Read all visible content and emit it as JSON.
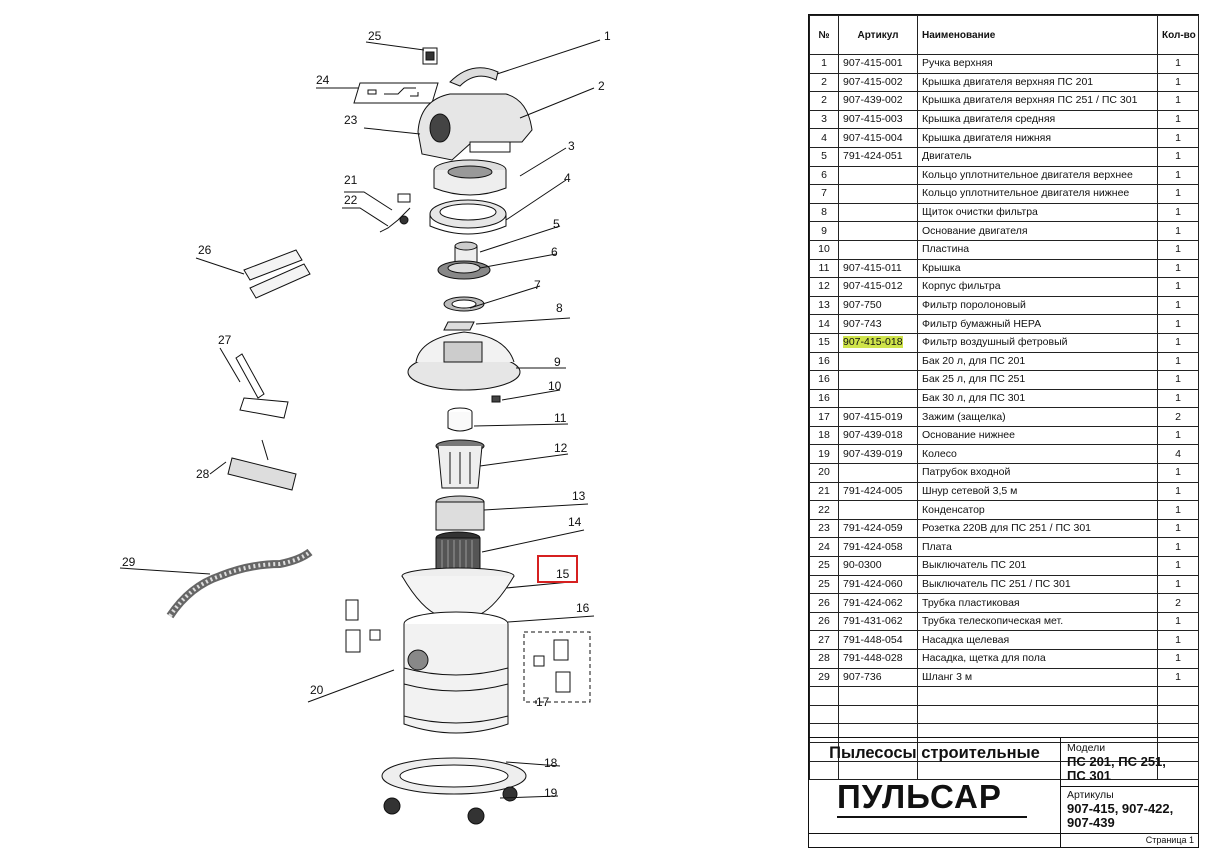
{
  "callouts": [
    "1",
    "2",
    "3",
    "4",
    "5",
    "6",
    "7",
    "8",
    "9",
    "10",
    "11",
    "12",
    "13",
    "14",
    "15",
    "16",
    "17",
    "18",
    "19",
    "20",
    "21",
    "22",
    "23",
    "24",
    "25",
    "26",
    "27",
    "28",
    "29"
  ],
  "table": {
    "headers": {
      "no": "№",
      "article": "Артикул",
      "name": "Наименование",
      "qty": "Кол-во"
    },
    "rows": [
      {
        "no": "1",
        "article": "907-415-001",
        "name": "Ручка верхняя",
        "qty": "1"
      },
      {
        "no": "2",
        "article": "907-415-002",
        "name": "Крышка двигателя верхняя ПС 201",
        "qty": "1"
      },
      {
        "no": "2",
        "article": "907-439-002",
        "name": "Крышка двигателя верхняя ПС 251 / ПС 301",
        "qty": "1"
      },
      {
        "no": "3",
        "article": "907-415-003",
        "name": "Крышка двигателя средняя",
        "qty": "1"
      },
      {
        "no": "4",
        "article": "907-415-004",
        "name": "Крышка двигателя нижняя",
        "qty": "1"
      },
      {
        "no": "5",
        "article": "791-424-051",
        "name": "Двигатель",
        "qty": "1"
      },
      {
        "no": "6",
        "article": "",
        "name": "Кольцо уплотнительное двигателя верхнее",
        "qty": "1"
      },
      {
        "no": "7",
        "article": "",
        "name": "Кольцо уплотнительное двигателя нижнее",
        "qty": "1"
      },
      {
        "no": "8",
        "article": "",
        "name": "Щиток очистки фильтра",
        "qty": "1"
      },
      {
        "no": "9",
        "article": "",
        "name": "Основание двигателя",
        "qty": "1"
      },
      {
        "no": "10",
        "article": "",
        "name": "Пластина",
        "qty": "1"
      },
      {
        "no": "11",
        "article": "907-415-011",
        "name": "Крышка",
        "qty": "1"
      },
      {
        "no": "12",
        "article": "907-415-012",
        "name": "Корпус фильтра",
        "qty": "1"
      },
      {
        "no": "13",
        "article": "907-750",
        "name": "Фильтр поролоновый",
        "qty": "1"
      },
      {
        "no": "14",
        "article": "907-743",
        "name": "Фильтр бумажный HEPA",
        "qty": "1"
      },
      {
        "no": "15",
        "article": "907-415-018",
        "name": "Фильтр воздушный фетровый",
        "qty": "1",
        "highlight": true
      },
      {
        "no": "16",
        "article": "",
        "name": "Бак 20 л, для ПС 201",
        "qty": "1"
      },
      {
        "no": "16",
        "article": "",
        "name": "Бак 25 л, для ПС 251",
        "qty": "1"
      },
      {
        "no": "16",
        "article": "",
        "name": "Бак 30 л, для ПС 301",
        "qty": "1"
      },
      {
        "no": "17",
        "article": "907-415-019",
        "name": "Зажим (защелка)",
        "qty": "2"
      },
      {
        "no": "18",
        "article": "907-439-018",
        "name": "Основание нижнее",
        "qty": "1"
      },
      {
        "no": "19",
        "article": "907-439-019",
        "name": "Колесо",
        "qty": "4"
      },
      {
        "no": "20",
        "article": "",
        "name": "Патрубок входной",
        "qty": "1"
      },
      {
        "no": "21",
        "article": "791-424-005",
        "name": "Шнур сетевой 3,5 м",
        "qty": "1"
      },
      {
        "no": "22",
        "article": "",
        "name": "Конденсатор",
        "qty": "1"
      },
      {
        "no": "23",
        "article": "791-424-059",
        "name": "Розетка 220В для ПС 251 / ПС 301",
        "qty": "1"
      },
      {
        "no": "24",
        "article": "791-424-058",
        "name": "Плата",
        "qty": "1"
      },
      {
        "no": "25",
        "article": "90-0300",
        "name": "Выключатель ПС 201",
        "qty": "1"
      },
      {
        "no": "25",
        "article": "791-424-060",
        "name": "Выключатель ПС 251 / ПС 301",
        "qty": "1"
      },
      {
        "no": "26",
        "article": "791-424-062",
        "name": "Трубка пластиковая",
        "qty": "2"
      },
      {
        "no": "26",
        "article": "791-431-062",
        "name": "Трубка телескопическая мет.",
        "qty": "1"
      },
      {
        "no": "27",
        "article": "791-448-054",
        "name": "Насадка щелевая",
        "qty": "1"
      },
      {
        "no": "28",
        "article": "791-448-028",
        "name": "Насадка, щетка для пола",
        "qty": "1"
      },
      {
        "no": "29",
        "article": "907-736",
        "name": "Шланг 3 м",
        "qty": "1"
      },
      {
        "no": "",
        "article": "",
        "name": "",
        "qty": ""
      },
      {
        "no": "",
        "article": "",
        "name": "",
        "qty": ""
      },
      {
        "no": "",
        "article": "",
        "name": "",
        "qty": ""
      },
      {
        "no": "",
        "article": "",
        "name": "",
        "qty": ""
      },
      {
        "no": "",
        "article": "",
        "name": "",
        "qty": ""
      }
    ]
  },
  "title_block": {
    "title": "Пылесосы строительные",
    "brand": "ПУЛЬСАР",
    "models_label": "Модели",
    "models": "ПС 201, ПС 251, ПС 301",
    "articles_label": "Артикулы",
    "articles": "907-415, 907-422, 907-439",
    "page": "Страница 1"
  },
  "colors": {
    "highlight": "#cfe44a",
    "callout_box": "#d62020",
    "line": "#111111"
  }
}
